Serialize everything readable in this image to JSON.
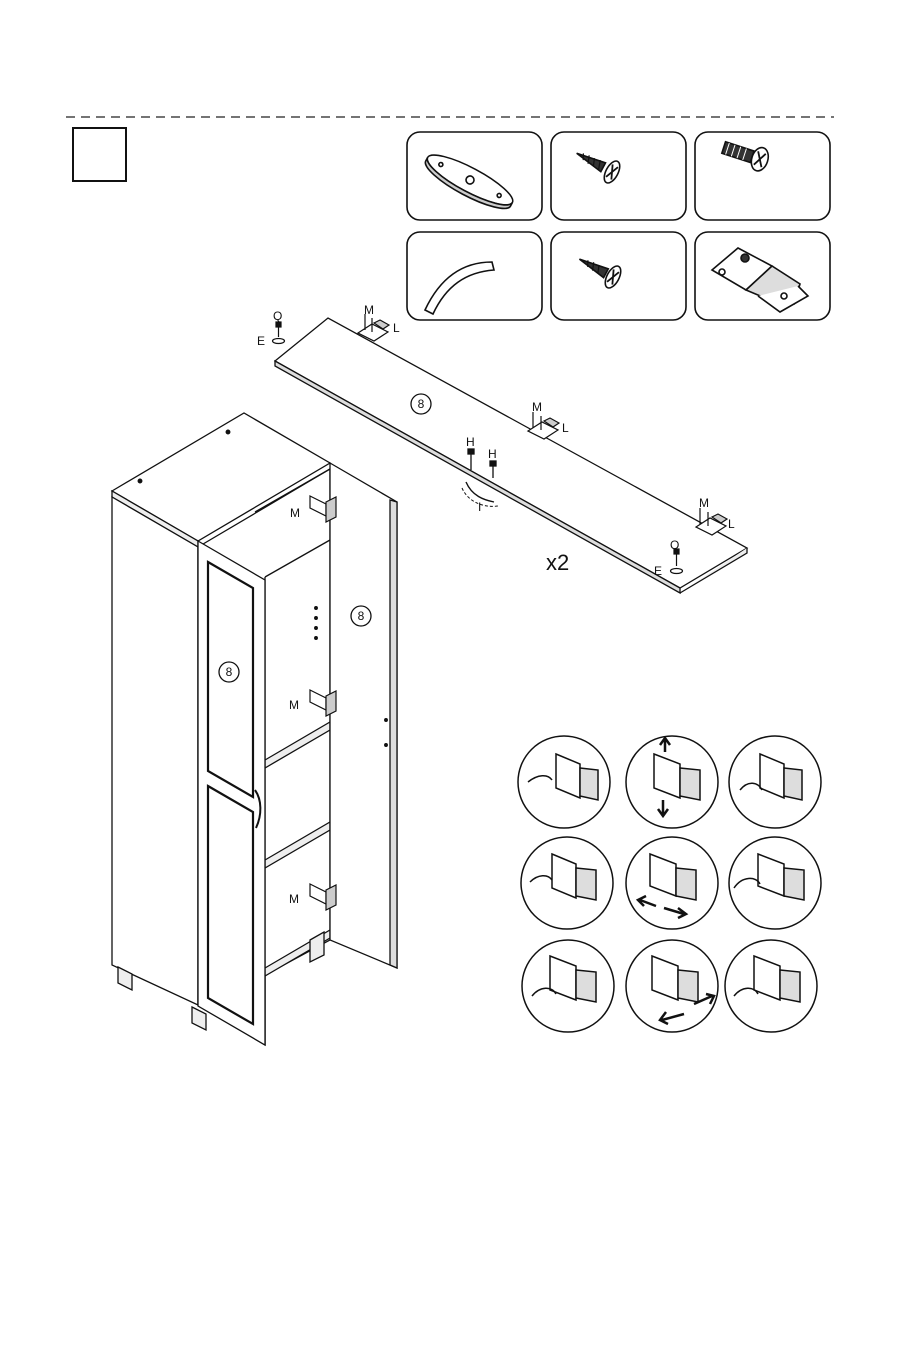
{
  "step": {
    "number": ""
  },
  "panel": {
    "part_number": "8",
    "quantity": "x2"
  },
  "cabinet": {
    "left_door_number": "8",
    "right_door_number": "8"
  },
  "hardware_labels": {
    "Q": "Q",
    "E": "E",
    "M": "M",
    "L": "L",
    "H": "H",
    "I": "I"
  },
  "icons": {
    "parts": [
      "handle-plate-icon",
      "wood-screw-icon",
      "machine-screw-icon",
      "handle-icon",
      "short-screw-icon",
      "hinge-icon"
    ],
    "adjustments": [
      "hinge-adjust-tilt-icon",
      "hinge-adjust-vertical-icon",
      "hinge-adjust-screw-icon",
      "hinge-adjust-depth-icon",
      "hinge-adjust-horizontal-icon",
      "hinge-adjust-rotate-icon",
      "hinge-adjust-tighten-icon",
      "hinge-adjust-slide-icon",
      "hinge-adjust-loosen-icon"
    ]
  },
  "colors": {
    "line": "#111111",
    "dashed": "#222222",
    "fill": "#ffffff",
    "shade": "#dddddd"
  }
}
